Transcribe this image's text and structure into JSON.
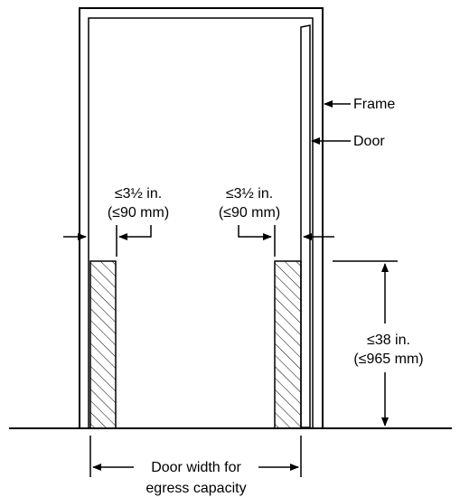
{
  "colors": {
    "line": "#000000",
    "background": "#ffffff"
  },
  "labels": {
    "frame": "Frame",
    "door": "Door",
    "left_gap_line1": "≤3½ in.",
    "left_gap_line2": "(≤90 mm)",
    "right_gap_line1": "≤3½ in.",
    "right_gap_line2": "(≤90 mm)",
    "height_line1": "≤38 in.",
    "height_line2": "(≤965 mm)",
    "width_line1": "Door width for",
    "width_line2": "egress capacity"
  }
}
